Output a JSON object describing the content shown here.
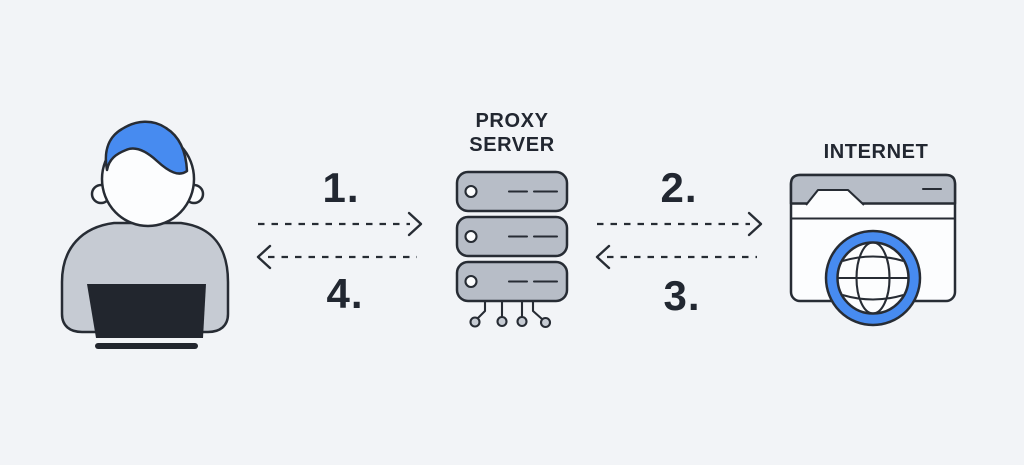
{
  "theme": {
    "background": "#F2F4F7",
    "surface": "#FCFDFE",
    "outline": "#272C34",
    "text": "#222731",
    "accent_blue": "#478BF0",
    "gray_fill": "#B7BDC7",
    "light_gray_fill": "#C6CBD3",
    "dark_fill": "#22262E"
  },
  "nodes": {
    "proxy_server": {
      "label": "PROXY\nSERVER"
    },
    "internet": {
      "label": "INTERNET"
    }
  },
  "steps": [
    {
      "label": "1.",
      "from": "user",
      "to": "proxy_server"
    },
    {
      "label": "2.",
      "from": "proxy_server",
      "to": "internet"
    },
    {
      "label": "3.",
      "from": "internet",
      "to": "proxy_server"
    },
    {
      "label": "4.",
      "from": "proxy_server",
      "to": "user"
    }
  ],
  "icons": {
    "user": "person-at-laptop-icon",
    "proxy_server": "server-stack-icon",
    "internet": "browser-globe-icon"
  }
}
